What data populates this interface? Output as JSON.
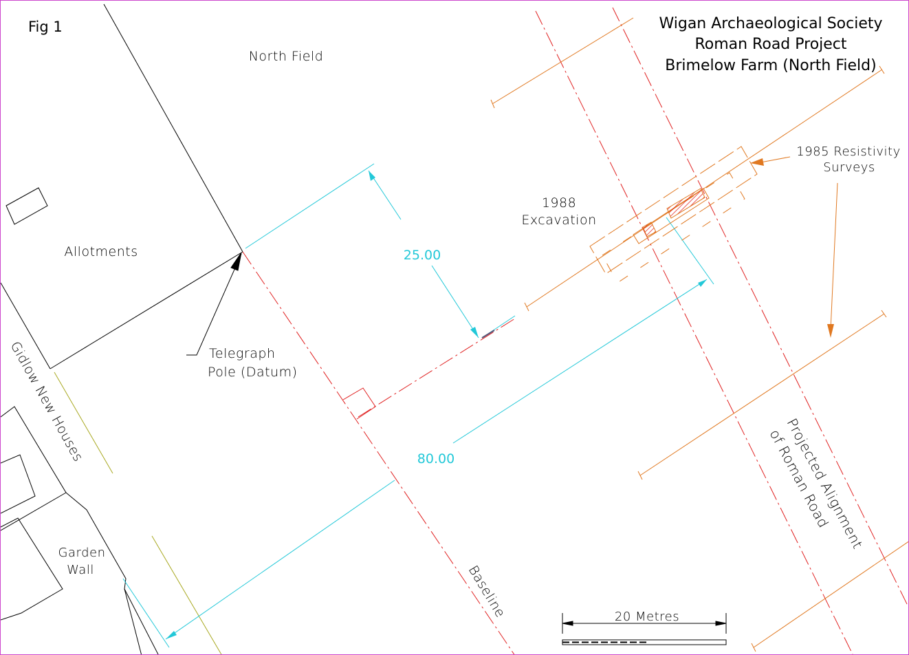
{
  "figure_label": "Fig 1",
  "title": {
    "line1": "Wigan Archaeological Society",
    "line2": "Roman Road Project",
    "line3": "Brimelow Farm (North Field)"
  },
  "labels": {
    "north_field": "North Field",
    "allotments": "Allotments",
    "telegraph_line1": "Telegraph",
    "telegraph_line2": "Pole (Datum)",
    "gidlow": "Gidlow New Houses",
    "garden_line1": "Garden",
    "garden_line2": "Wall",
    "baseline": "Baseline",
    "excavation_line1": "1988",
    "excavation_line2": "Excavation",
    "resistivity_line1": "1985 Resistivity",
    "resistivity_line2": "Surveys",
    "roman_line1": "Projected Alignment",
    "roman_line2": "of Roman Road"
  },
  "dimensions": {
    "offset": "25.00",
    "distance": "80.00"
  },
  "scale_bar": {
    "label": "20  Metres"
  },
  "colors": {
    "border": "#cc44cc",
    "dimension": "#22c8d8",
    "baseline": "#e02020",
    "survey": "#e07820",
    "olive": "#a8a820",
    "outline": "#000000"
  }
}
